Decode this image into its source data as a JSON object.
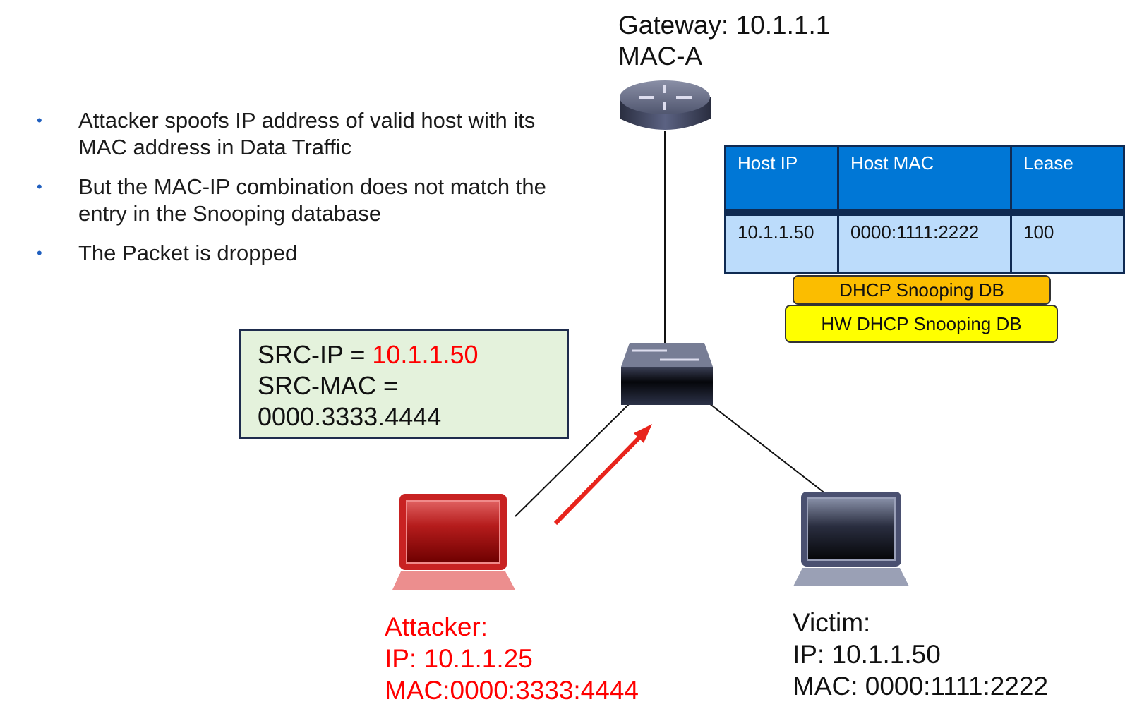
{
  "gateway": {
    "line1": "Gateway: 10.1.1.1",
    "line2": "MAC-A"
  },
  "bullets": [
    "Attacker spoofs IP address of valid host with its MAC address in Data Traffic",
    "But the MAC-IP combination does not match the entry in the Snooping database",
    "The Packet is dropped"
  ],
  "bullet_glyph": "•",
  "table": {
    "headers": [
      "Host IP",
      "Host MAC",
      "Lease"
    ],
    "rows": [
      [
        "10.1.1.50",
        "0000:1111:2222",
        "100"
      ]
    ]
  },
  "labels": {
    "snooping_db": "DHCP Snooping DB",
    "hw_snooping_db": "HW DHCP Snooping DB"
  },
  "packet": {
    "src_ip_label": "SRC-IP = ",
    "src_ip_value": "10.1.1.50",
    "src_mac_label": "SRC-MAC =",
    "src_mac_value": "0000.3333.4444"
  },
  "attacker": {
    "title": "Attacker:",
    "ip": "IP: 10.1.1.25",
    "mac": "MAC:0000:3333:4444"
  },
  "victim": {
    "title": "Victim:",
    "ip": "IP: 10.1.1.50",
    "mac": "MAC: 0000:1111:2222"
  },
  "icons": {
    "router": "router-icon",
    "switch": "switch-icon",
    "attacker": "laptop-icon",
    "victim": "laptop-icon"
  },
  "colors": {
    "table_header": "#0077d6",
    "table_row": "#bcdcfb",
    "snooping_db": "#fbbd00",
    "hw_snooping_db": "#ffff00",
    "packet_box": "#e4f2dc",
    "attacker": "#ff0000",
    "arrow": "#e8241c"
  }
}
